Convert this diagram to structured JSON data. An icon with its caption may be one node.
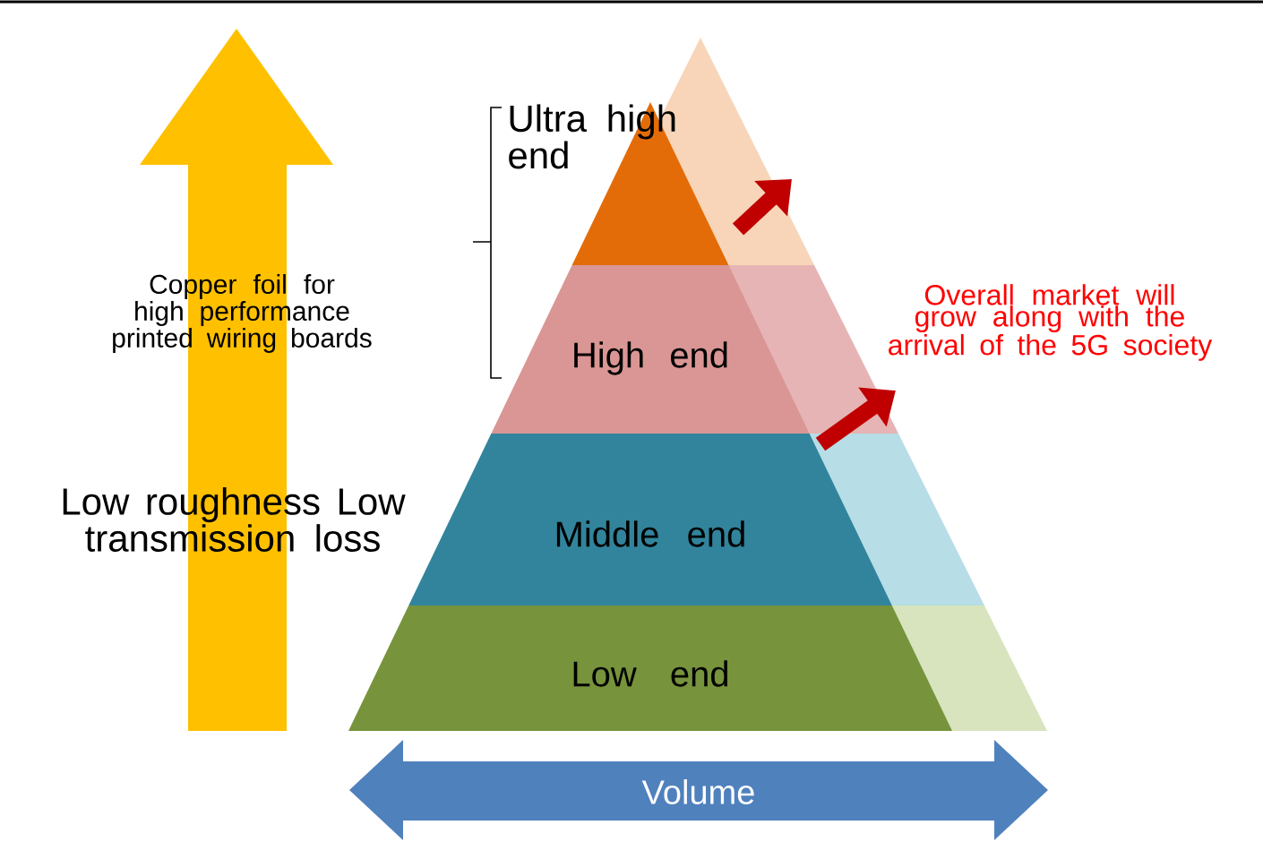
{
  "diagram": {
    "nodes": [
      {
        "text": [
          "Ultra high end"
        ]
      },
      {
        "text": [
          "High end"
        ]
      },
      {
        "text": [
          "Middle end"
        ]
      },
      {
        "text": [
          "Low end"
        ]
      }
    ],
    "labels": [
      "Copper foil for high performance printed wiring boards",
      "Low roughness Low transmission loss",
      "Overall market will grow along with the arrival of the 5G society",
      "Volume"
    ]
  }
}
